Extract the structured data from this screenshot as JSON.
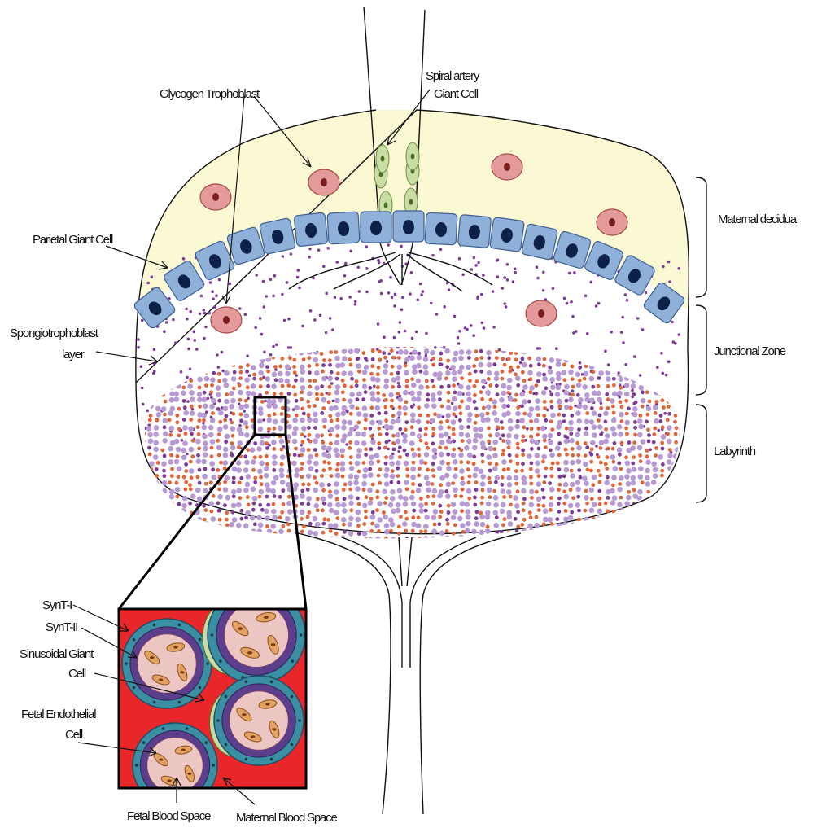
{
  "labels": {
    "glycogen": "Glycogen Trophoblast",
    "spiral_line1": "Spiral artery",
    "spiral_line2": "Giant Cell",
    "parietal": "Parietal Giant Cell",
    "spongio_line1": "Spongiotrophoblast",
    "spongio_line2": "layer",
    "maternal_decidua": "Maternal decidua",
    "junctional_zone": "Junctional Zone",
    "labyrinth": "Labyrinth",
    "synt1": "SynT-I",
    "synt2": "SynT-II",
    "sinusoidal_line1": "Sinusoidal Giant",
    "sinusoidal_line2": "Cell",
    "fetal_endo_line1": "Fetal Endothelial",
    "fetal_endo_line2": "Cell",
    "fetal_blood": "Fetal Blood Space",
    "maternal_blood": "Maternal Blood Space"
  },
  "colors": {
    "decidua": "#fbf8d4",
    "giant_cell": "#8fb0d8",
    "giant_nucleus": "#0d2148",
    "glycogen_cell": "#e49a9a",
    "glycogen_nucleus": "#7a1d1d",
    "spiral_cell": "#c9dda5",
    "dot_purple": "#7d3c98",
    "dot_lilac": "#b79ad3",
    "dot_orange": "#e0663a",
    "inset_bg": "#e9262a",
    "inset_blood": "#ebc6c3",
    "syn_outer": "#3a8fa2",
    "syn_inner": "#5b3f8c",
    "endo_cell": "#e3a261",
    "sinusoidal_cell": "#c7dba2"
  }
}
